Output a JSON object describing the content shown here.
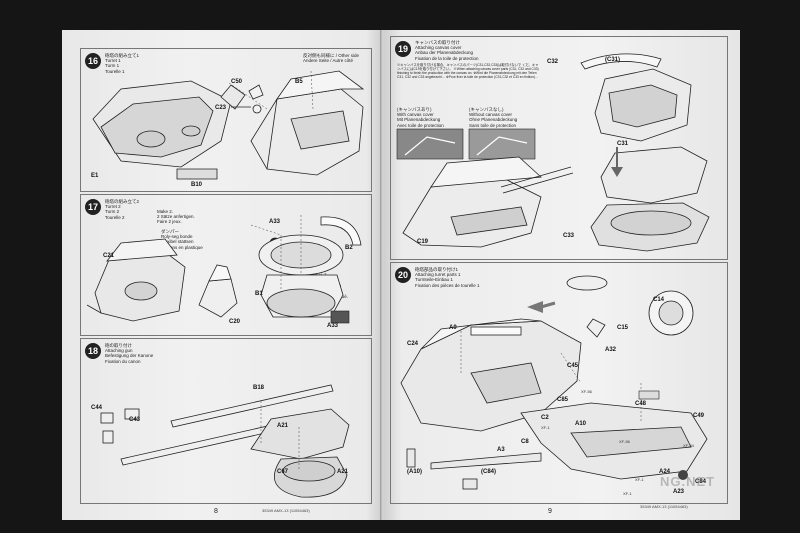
{
  "left_page": {
    "page_number": "8",
    "footer_code": "35349 AMX-13 (11054463)",
    "step16": {
      "number": "16",
      "title": "砲塔の組み立て1\nTurret 1\nTurm 1\nTourelle 1",
      "note": "反対側も同様に / Other side\nAndere Seite / Autre côté",
      "labels": [
        "C50",
        "C23",
        "B5",
        "E1",
        "B10"
      ]
    },
    "step17": {
      "number": "17",
      "title": "砲塔の組み立て2\nTurret 2\nTurm 2\nTourelle 2",
      "labels": [
        "A33",
        "C21",
        "B2",
        "B1",
        "C20",
        "A33"
      ],
      "notes": "Make 2.\n2 Sätze anfertigen.\nFaire 2 jeux.",
      "note2": "ダンパー\nRoly-seg bonde\nFlexibel stattsen\nBoulons en plastique",
      "note3": "接着させる。\nAttach as shown.\nGemäß Abbildung\nanfassen.\nFixer comme indiqué."
    },
    "step18": {
      "number": "18",
      "title": "砲の取り付け\nAttaching gun\nBefestigung der Kanone\nFixation du canon",
      "labels": [
        "C44",
        "C43",
        "B18",
        "A21",
        "C67",
        "A21"
      ]
    }
  },
  "right_page": {
    "page_number": "9",
    "footer_code": "35349 AMX-13 (11054463)",
    "step19": {
      "number": "19",
      "title": "キャンバスの取り付け\nAttaching canvas cover\nAnbau der Planenabdeckung\nFixation de la toile de protection",
      "body": "※キャンバスを取り付ける場合、キャンバスのパーツ(C31,C32,C33)は取付けないで\nくだ。キャンバスにはC19を取り付けて下さい。\n※When attaching canvas cover parts (C31, C32 and C33) finishing to finish the\nproduction with the canvas on.\n※Wird die Planenabdeckung mit den Teilen C31, C32 und C33 angebracht…\n※Pour fixer la toile de protection (C31,C32 et C33 en finition)…",
      "option_a": "(キャンバスあり)\nWith canvas cover\nMit Planenabdeckung\nAvec toile de protection",
      "option_b": "(キャンバスなし)\nWithout canvas cover\nOhne Planenabdeckung\nSans toile de protection",
      "labels": [
        "C32",
        "(C31)",
        "C31",
        "C19",
        "C33"
      ]
    },
    "step20": {
      "number": "20",
      "title": "砲塔部品の取り付け1\nAttaching turret parts 1\nTurmteile-Einbau 1\nFixation des pièces de tourelle 1",
      "labels": [
        "C14",
        "C15",
        "A9",
        "C24",
        "A32",
        "C45",
        "C85",
        "C2",
        "C8",
        "A3",
        "A10",
        "C48",
        "C49",
        "A24",
        "C84",
        "A23",
        "(A10)",
        "(C84)"
      ],
      "small_labels": [
        "XF-56",
        "XF-1",
        "XF-56",
        "XF-1",
        "XF-84",
        "XF-1"
      ]
    }
  },
  "watermark": "NG.NET"
}
